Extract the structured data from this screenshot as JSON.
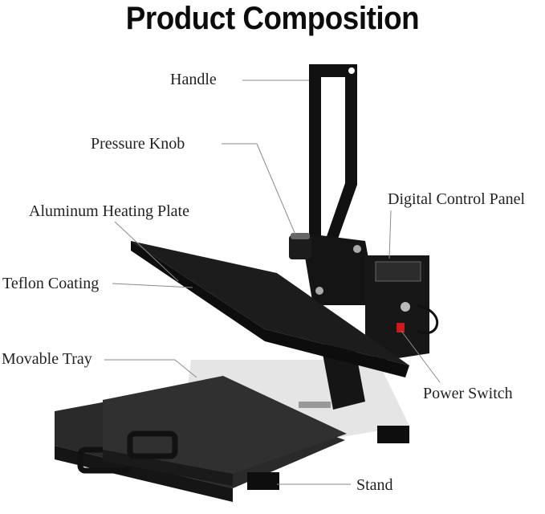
{
  "title": "Product Composition",
  "labels": {
    "handle": "Handle",
    "pressure_knob": "Pressure Knob",
    "heating_plate": "Aluminum Heating Plate",
    "digital_panel": "Digital Control Panel",
    "teflon": "Teflon Coating",
    "movable_tray": "Movable Tray",
    "power_switch": "Power Switch",
    "stand": "Stand"
  },
  "colors": {
    "machine": "#111111",
    "tray": "#262626",
    "switch": "#cc1a1a",
    "leader_line": "#8a8a8a"
  }
}
